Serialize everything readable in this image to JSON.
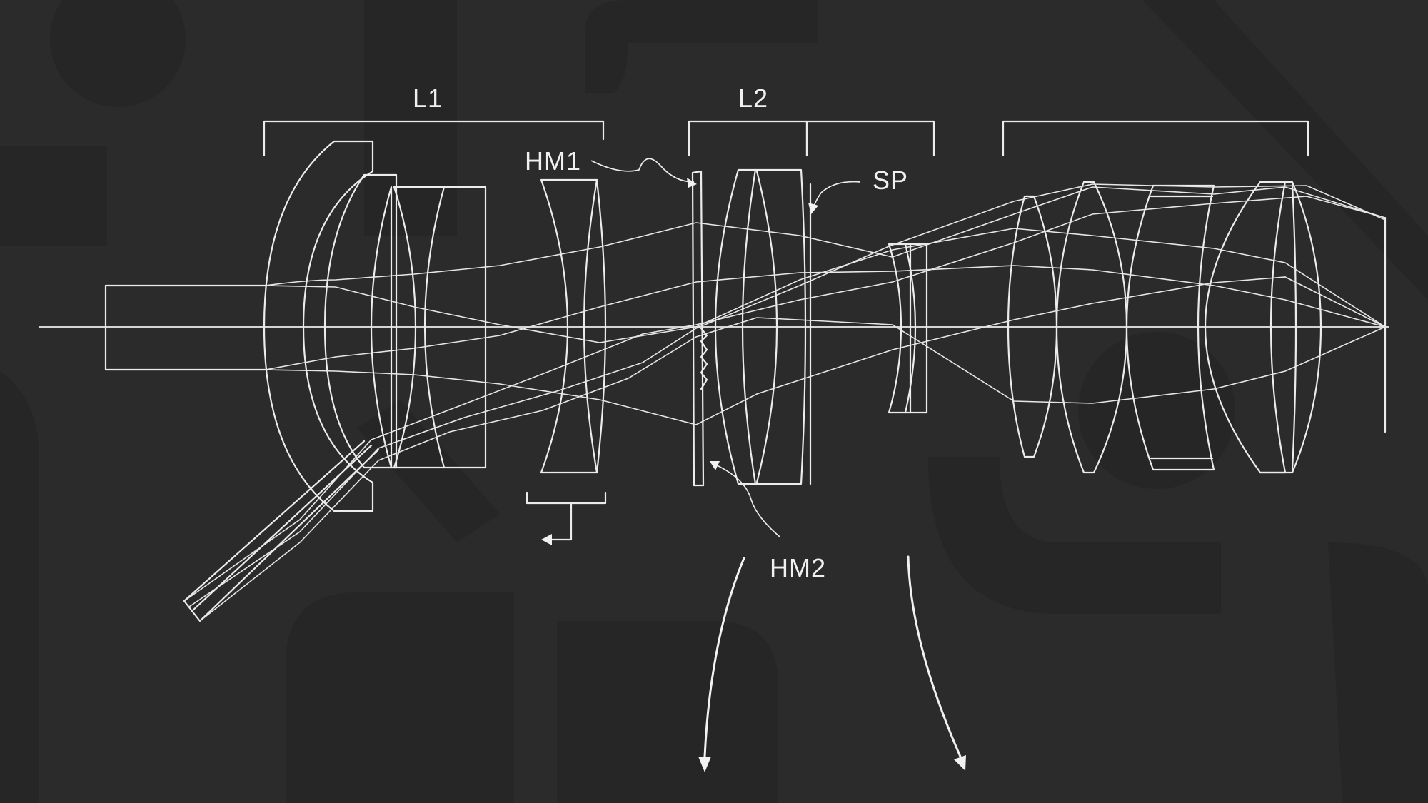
{
  "labels": {
    "group1": "L1",
    "group2": "L2",
    "mirror1": "HM1",
    "mirror2": "HM2",
    "stop": "SP"
  },
  "colors": {
    "background": "#2b2b2b",
    "watermark": "#262626",
    "lines": "#ececec"
  }
}
